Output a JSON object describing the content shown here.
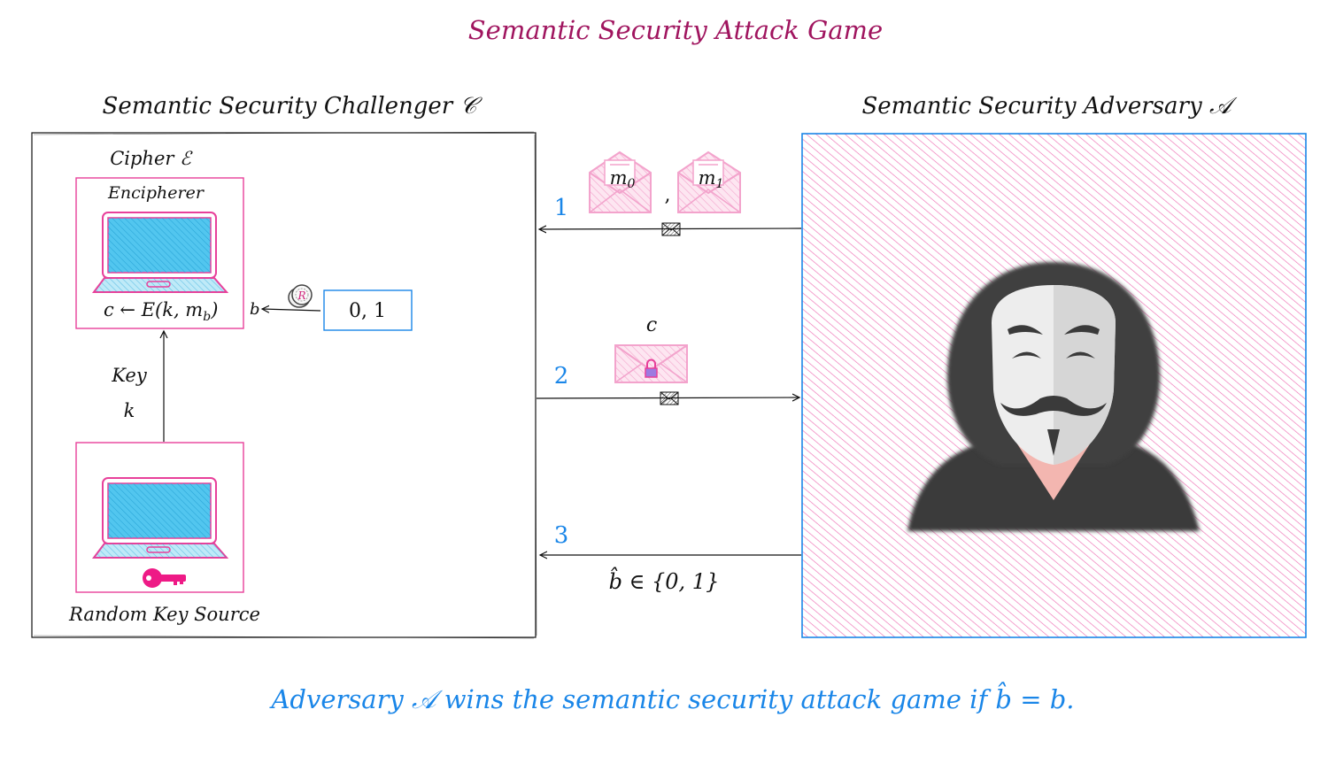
{
  "title": "Semantic Security Attack Game",
  "colors": {
    "title": "#a0155f",
    "accent_blue": "#1a86e8",
    "pink": "#e8409a",
    "pink_light": "#f3a3cc",
    "cyan": "#52c6ef",
    "hood": "#3f3f3f",
    "mask": "#e6e6e6",
    "skin": "#f3b6b0",
    "ink": "#111111"
  },
  "challenger": {
    "heading": "Semantic Security Challenger 𝒞",
    "cipher_label": "Cipher ℰ",
    "encipherer_label": "Encipherer",
    "encrypt_formula": "c ← E(k, m",
    "encrypt_formula_sub": "b",
    "encrypt_formula_end": ")",
    "bit_label": "b",
    "bit_box_value": "0, 1",
    "coin_letter": "R",
    "key_label": "Key",
    "key_symbol": "k",
    "key_source_label": "Random Key Source"
  },
  "adversary": {
    "heading": "Semantic Security Adversary 𝒜"
  },
  "messages": {
    "step1": {
      "number": "1",
      "m0_main": "m",
      "m0_sub": "0",
      "comma": ",",
      "m1_main": "m",
      "m1_sub": "1"
    },
    "step2": {
      "number": "2",
      "cipher_label": "c"
    },
    "step3": {
      "number": "3",
      "guess_label": "b̂ ∈ {0, 1}"
    }
  },
  "footer": "Adversary 𝒜 wins the semantic security attack game if b̂ = b.",
  "icons": [
    "laptop-icon",
    "key-icon",
    "coin-icon",
    "envelope-icon",
    "lock-icon",
    "hacker-icon"
  ]
}
